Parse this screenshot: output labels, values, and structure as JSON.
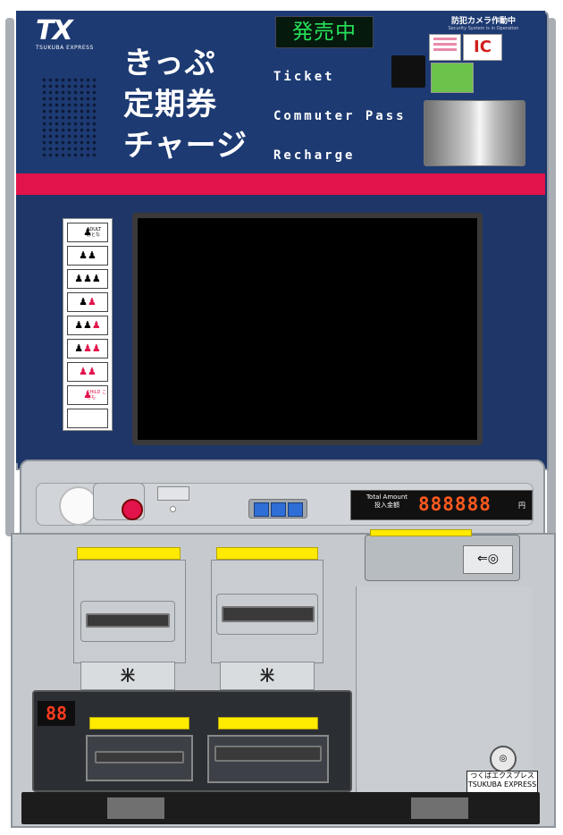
{
  "logo": {
    "mark": "TX",
    "subtitle": "TSUKUBA EXPRESS"
  },
  "title": {
    "line1": "きっぷ",
    "line2": "定期券",
    "line3": "チャージ"
  },
  "english": {
    "ticket": "Ticket",
    "commuter": "Commuter Pass",
    "recharge": "Recharge"
  },
  "status_display": "発売中",
  "camera_notice": {
    "jp": "防犯カメラ作動中",
    "en": "Security System is in Operation"
  },
  "ic_card": "IC",
  "fare_selector": [
    {
      "icon": "adult-icon",
      "glyph": "♟",
      "label": "ADULT おとな"
    },
    {
      "icon": "two-adults-icon",
      "glyph": "♟♟",
      "label": ""
    },
    {
      "icon": "three-adults-icon",
      "glyph": "♟♟♟",
      "label": ""
    },
    {
      "icon": "adult-child-icon",
      "glyph": "♟",
      "glyph_child": "♟",
      "label": ""
    },
    {
      "icon": "two-adults-child-icon",
      "glyph": "♟♟",
      "glyph_child": "♟",
      "label": ""
    },
    {
      "icon": "adult-two-children-icon",
      "glyph": "♟",
      "glyph_child": "♟♟",
      "label": ""
    },
    {
      "icon": "two-children-icon",
      "glyph": "",
      "glyph_child": "♟♟",
      "label": ""
    },
    {
      "icon": "child-icon",
      "glyph": "",
      "glyph_child": "♟",
      "label": "CHILD こども"
    }
  ],
  "amount": {
    "label_en": "Total Amount",
    "label_jp": "投入金額",
    "digits": "888888",
    "unit": "円"
  },
  "segment_display": "88",
  "tray_marks": {
    "left": "米",
    "right": "米"
  },
  "tx_badge": {
    "jp": "つくばエクスプレス",
    "en": "TSUKUBA EXPRESS"
  },
  "colors": {
    "body_navy": "#1d3a72",
    "accent_red": "#e2134b",
    "status_green": "#27e25a",
    "digit_orange": "#ff5a1f",
    "slot_yellow": "#ffea00"
  }
}
